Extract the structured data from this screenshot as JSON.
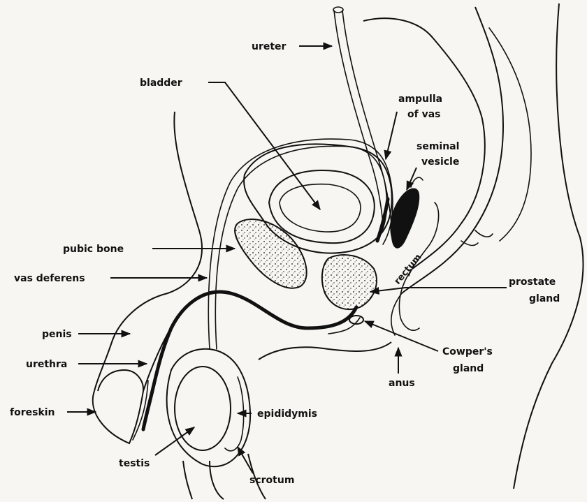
{
  "labels": {
    "ureter": "ureter",
    "bladder": "bladder",
    "ampulla_line1": "ampulla",
    "ampulla_line2": "of vas",
    "seminal_line1": "seminal",
    "seminal_line2": "vesicle",
    "pubic_bone": "pubic bone",
    "vas_deferens": "vas deferens",
    "rectum": "rectum",
    "prostate_line1": "prostate",
    "prostate_line2": "gland",
    "penis": "penis",
    "cowpers_line1": "Cowper's",
    "cowpers_line2": "gland",
    "urethra": "urethra",
    "anus": "anus",
    "foreskin": "foreskin",
    "epididymis": "epididymis",
    "testis": "testis",
    "scrotum": "scrotum"
  },
  "colors": {
    "ink": "#111111",
    "paper": "#f7f6f2"
  }
}
